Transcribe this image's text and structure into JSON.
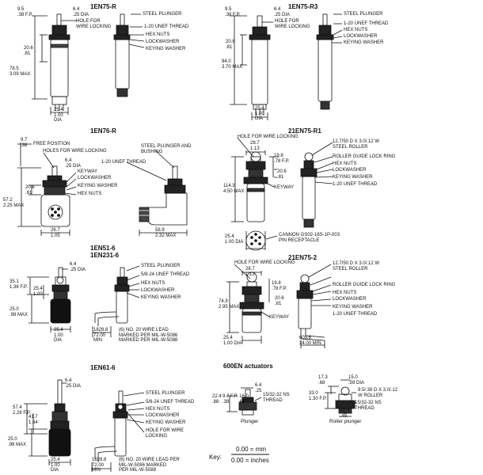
{
  "titles": {
    "t1": "1EN75-R",
    "t2": "1EN75-R3",
    "t3": "1EN76-R",
    "t4": "21EN75-R1",
    "t5a": "1EN51-6",
    "t5b": "1EN231-6",
    "t6": "21EN75-2",
    "t7": "1EN61-6",
    "t8": "600EN actuators"
  },
  "labels": {
    "steel_plunger": "STEEL PLUNGER",
    "unef_120": "1-20 UNEF THREAD",
    "hex_nuts": "HEX NUTS",
    "lockwasher": "LOCKWASHER",
    "keying_washer": "KEYING WASHER",
    "hole_wire_locking_short": "HOLE FOR\nWIRE LOCKING",
    "hole_wire_locking": "HOLE FOR WIRE LOCKING",
    "holes_wire_locking": "HOLES FOR WIRE LOCKING",
    "free_position": "FREE POSITION",
    "steel_plunger_bushing": "STEEL PLUNGER AND\nBUSHING",
    "keyway": "KEYWAY",
    "unef_524": "5/8-24 UNEF THREAD",
    "lead_72_a": "(6) NO. 20 WIRE LEAD\nMARKED PER MIL-W-5086\nMARKED PER MIL-W-5088",
    "lead_72_b": "(6) NO. 20 WIRE LEAD PER\nMIL-W-5086 MARKED\nPER MIL-W-5088",
    "roller_spec": "12.7/50 D X 3.0/.12 W\nSTEEL ROLLER",
    "roller_guide": "ROLLER GUIDE LOCK RING",
    "cannon": "CANNON GS02-16S-1P-003\nPIN RECEPTACLE",
    "hole_wire_locking_2": "HOLE FOR WIRE\nLOCKING",
    "roller_spec_2": "9.5/.38 D X 3.0/.12\nW ROLLER",
    "ns_thread": "15/32-32 NS\nTHREAD",
    "plunger": "Plunger",
    "roller_plunger": "Roller plunger",
    "key_label": "Key:",
    "key_mm": "0.00 = mm",
    "key_in": "0.00 = inches"
  },
  "dims": {
    "d1_top": "9.5\n.38 F.P.",
    "d1_dia": "6.4\n.25 DIA",
    "d1_side": "20.6\n.81",
    "d1_max": "78.5\n3.09 MAX",
    "d1_bot": "25.4\n1.00\nDIA",
    "d2_top": "9.5\n.38 F.P.",
    "d2_dia": "6.4\n.25 DIA",
    "d2_side": "20.6\n.81",
    "d2_max": "94.0\n3.70 MAX",
    "d2_bot": "25.4\n1.00\nDIA",
    "d3_top": "9.7\n.38",
    "d3_dia": "6.4\n.25 DIA",
    "d3_side": "20.6\n.81",
    "d3_max": "57.2\n2.25 MAX",
    "d3_bot": "26.7\n1.05",
    "d3_right": "58.9\n2.32 MAX",
    "d4_top": "28.7\n1.13",
    "d4_fp": "19.8\n.78 F.P.",
    "d4_side": "20.6\n.81",
    "d4_max": "114.3\n4.50 MAX",
    "d4_dia": "25.4\n1.00 DIA",
    "d5_dia": "6.4\n.25 DIA",
    "d5_top": "35.1\n1.38 F.P.",
    "d5_mid": "25.4\n1.00",
    "d5_max": "25.0\n.98 MAX",
    "d5_bot": "25.4\n1.00\nDIA",
    "d5_lead": "1828.8\n72.00\nMIN",
    "d6_top": "28.7\n1.13",
    "d6_fp": "19.8\n.78 F.P.",
    "d6_side": "20.6\n.81",
    "d6_max": "74.9\n2.95 MAX",
    "d6_dia": "25.4\n1.00 DIA",
    "d6_lead": "609.6\n24.00 MIN",
    "d7_dia": "6.4\n.25 DIA",
    "d7_top": "57.4\n2.26 F.P.",
    "d7_mid": "41.7\n1.64",
    "d7_max": "25.0\n.98 MAX",
    "d7_bot": "25.4\n1.00\nDIA",
    "d7_lead": "1828.8\n72.00\nMIN",
    "d8_dia": "6.4\n.25",
    "d8_fp": "9.7 F.P. 16.0\n.38       .63",
    "d8_top": "22.4\n.88",
    "d9_top": "17.3\n.68",
    "d9_dia": "15.0\n.59 DIA",
    "d9_fp": "33.0\n1.30 F.P.",
    "d9_bot": "11.4\n.45"
  }
}
